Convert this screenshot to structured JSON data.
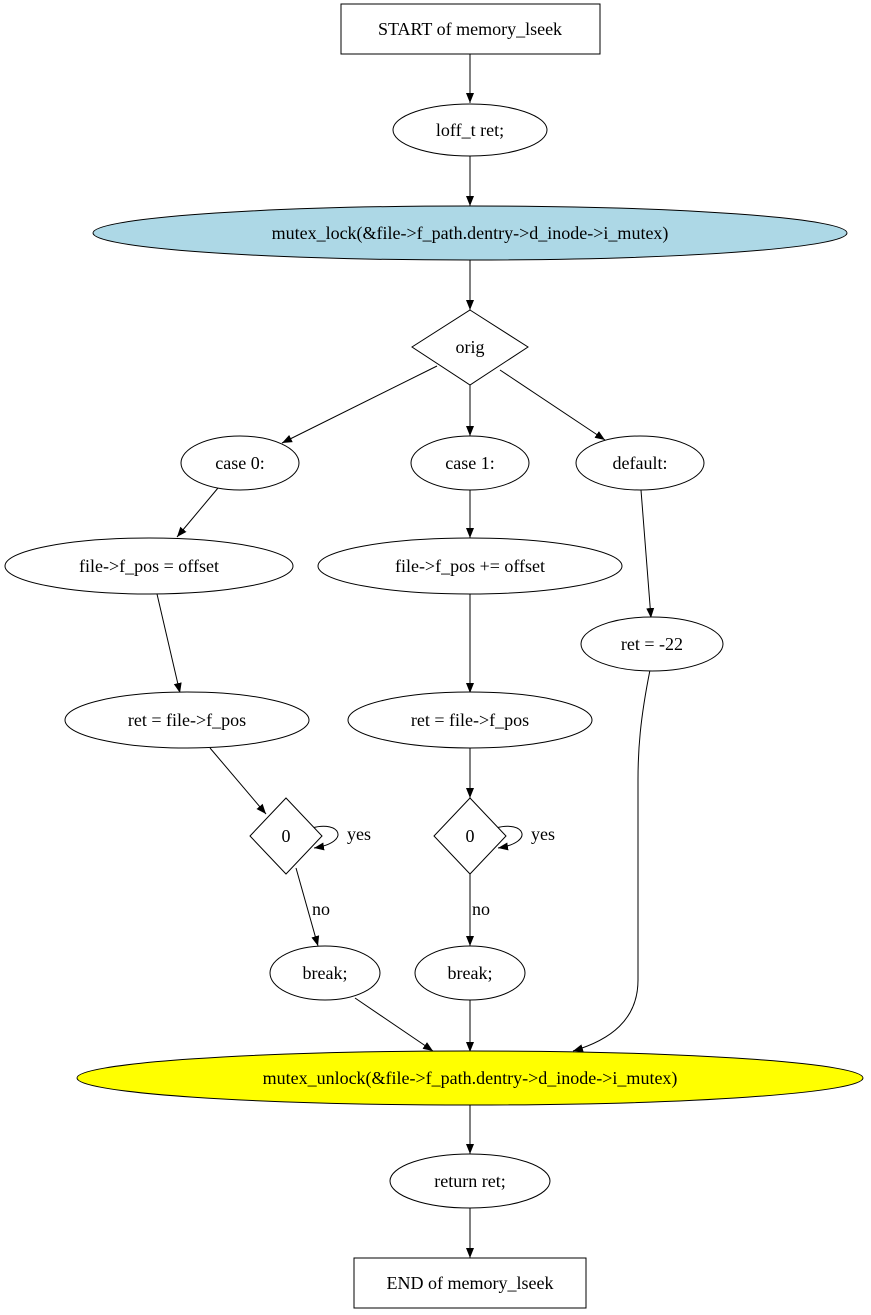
{
  "colors": {
    "lock_fill": "#add8e6",
    "unlock_fill": "#ffff00",
    "default_fill": "#ffffff",
    "stroke": "#000000"
  },
  "nodes": {
    "start": "START of memory_lseek",
    "decl": "loff_t ret;",
    "lock": "mutex_lock(&file->f_path.dentry->d_inode->i_mutex)",
    "orig": "orig",
    "case0": "case 0:",
    "case1": "case 1:",
    "default": "default:",
    "assign0": "file->f_pos = offset",
    "assign1": "file->f_pos += offset",
    "ret_neg": "ret = -22",
    "ret0": "ret = file->f_pos",
    "ret1": "ret = file->f_pos",
    "cond0": "0",
    "cond1": "0",
    "break0": "break;",
    "break1": "break;",
    "unlock": "mutex_unlock(&file->f_path.dentry->d_inode->i_mutex)",
    "return": "return ret;",
    "end": "END of memory_lseek"
  },
  "edge_labels": {
    "yes0": "yes",
    "no0": "no",
    "yes1": "yes",
    "no1": "no"
  }
}
